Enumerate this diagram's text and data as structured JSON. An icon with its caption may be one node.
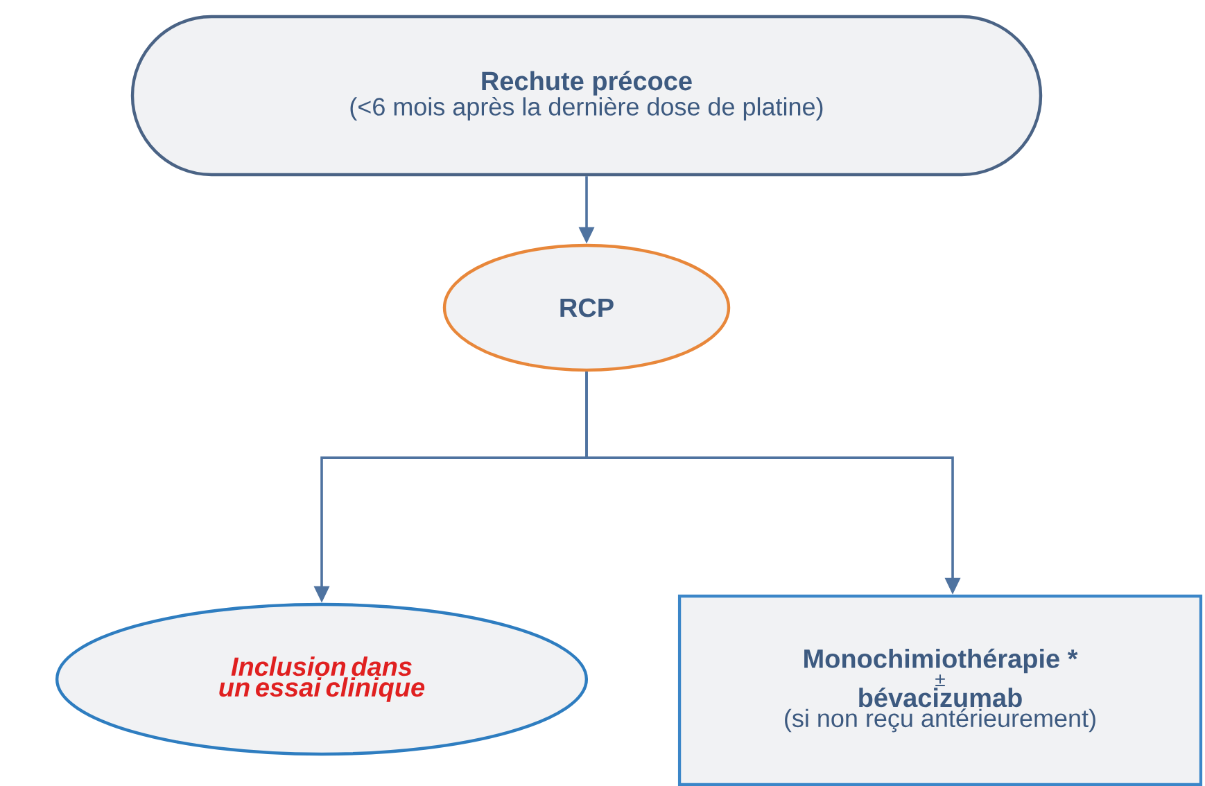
{
  "diagram": {
    "nodes": [
      {
        "text": [
          "Rechute précoce",
          "(<6 mois après la dernière dose de platine)"
        ]
      },
      {
        "text": [
          "RCP"
        ]
      },
      {
        "text": [
          "Inclusion dans un essai clinique"
        ]
      },
      {
        "text": [
          "Monochimiothérapie *",
          "±",
          "bévacizumab",
          "(si non reçu antérieurement)"
        ]
      }
    ],
    "edges": [
      {
        "from": 0,
        "to": 1,
        "arrow": "to"
      },
      {
        "from": 1,
        "to": 2,
        "arrow": "to"
      },
      {
        "from": 1,
        "to": 3,
        "arrow": "to"
      }
    ]
  }
}
